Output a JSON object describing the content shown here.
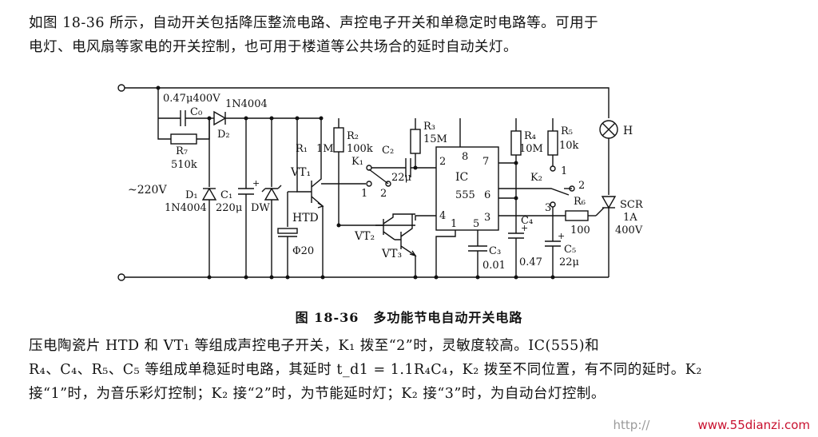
{
  "intro": {
    "line1": "如图 18-36 所示，自动开关包括降压整流电路、声控电子开关和单稳定时电路等。可用于",
    "line2": "电灯、电风扇等家电的开关控制，也可用于楼道等公共场合的延时自动关灯。"
  },
  "caption": {
    "fig": "图 18-36",
    "title": "多功能节电自动开关电路"
  },
  "desc": {
    "line1": "压电陶瓷片 HTD 和 VT₁ 等组成声控电子开关，K₁ 拨至“2”时，灵敏度较高。IC(555)和",
    "line2": "R₄、C₄、R₅、C₅ 等组成单稳延时电路，其延时 t_d1 = 1.1R₄C₄，K₂ 拨至不同位置，有不同的延时。K₂",
    "line3": "接“1”时，为音乐彩灯控制；K₂ 接“2”时，为节能延时灯；K₂ 接“3”时，为自动台灯控制。"
  },
  "circuit": {
    "c0": "0.47μ400V",
    "c0_name": "C₀",
    "d2_type": "1N4004",
    "d2_name": "D₂",
    "r7_name": "R₇",
    "r7_val": "510k",
    "mains": "~220V",
    "d1_name": "D₁",
    "d1_type": "1N4004",
    "c1_name": "C₁",
    "c1_val": "220μ",
    "dw": "DW",
    "r1": "R₁",
    "r1_val": "1M",
    "r2": "R₂",
    "r2_val": "100k",
    "vt1": "VT₁",
    "k1": "K₁",
    "k1_p1": "1",
    "k1_p2": "2",
    "c2": "C₂",
    "c2_val": "22μ",
    "r3": "R₃",
    "r3_val": "15M",
    "htd": "HTD",
    "htd_size": "Φ20",
    "vt2": "VT₂",
    "vt3": "VT₃",
    "ic": "IC",
    "ic_type": "555",
    "pin8": "8",
    "pin7": "7",
    "pin2": "2",
    "pin6": "6",
    "pin4": "4",
    "pin3": "3",
    "pin1": "1",
    "pin5": "5",
    "c3": "C₃",
    "c3_val": "0.01",
    "c4": "C₄",
    "c4_val": "0.47",
    "c5": "C₅",
    "c5_val": "22μ",
    "r4": "R₄",
    "r4_val": "10M",
    "r5": "R₅",
    "r5_val": "10k",
    "k2": "K₂",
    "k2_p1": "1",
    "k2_p2": "2",
    "k2_p3": "3",
    "r6": "R₆",
    "r6_val": "100",
    "lamp": "H",
    "scr": "SCR",
    "scr_i": "1A",
    "scr_v": "400V"
  },
  "watermark": {
    "prefix": "http://",
    "site": "www.55dianzi.com"
  }
}
